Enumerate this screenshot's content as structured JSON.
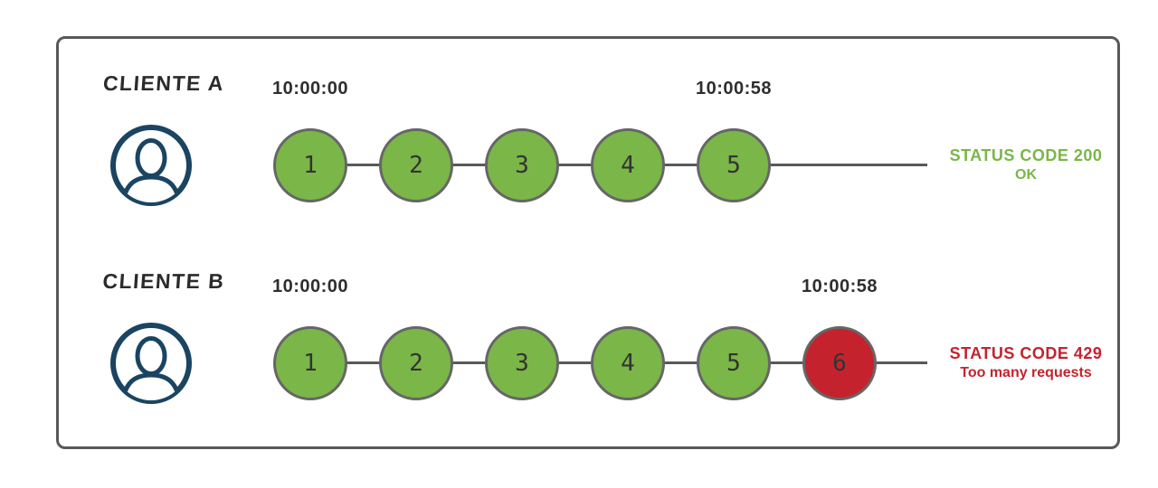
{
  "colors": {
    "green": "#7AB648",
    "red": "#C4232E",
    "navy": "#1A4462",
    "line": "#58595B",
    "circle_border": "#666666",
    "number": "#333333",
    "label": "#2B2B2B",
    "timestamp": "#2E2E2E"
  },
  "rows": [
    {
      "client_label": "CLIENTE A",
      "start_time": "10:00:00",
      "end_time": "10:00:58",
      "requests": [
        {
          "label": "1",
          "result": "success"
        },
        {
          "label": "2",
          "result": "success"
        },
        {
          "label": "3",
          "result": "success"
        },
        {
          "label": "4",
          "result": "success"
        },
        {
          "label": "5",
          "result": "success"
        }
      ],
      "status": {
        "line1": "STATUS CODE 200",
        "line2": "OK",
        "color": "#7AB648"
      }
    },
    {
      "client_label": "CLIENTE B",
      "start_time": "10:00:00",
      "end_time": "10:00:58",
      "requests": [
        {
          "label": "1",
          "result": "success"
        },
        {
          "label": "2",
          "result": "success"
        },
        {
          "label": "3",
          "result": "success"
        },
        {
          "label": "4",
          "result": "success"
        },
        {
          "label": "5",
          "result": "success"
        },
        {
          "label": "6",
          "result": "rate_limited"
        }
      ],
      "status": {
        "line1": "STATUS CODE 429",
        "line2": "Too many requests",
        "color": "#C4232E"
      }
    }
  ]
}
